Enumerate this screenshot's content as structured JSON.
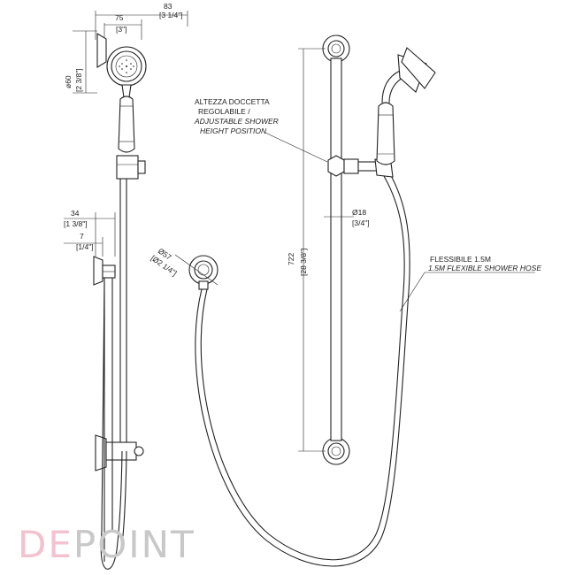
{
  "dimensions": {
    "width_total_mm": "83",
    "width_total_in": "[3 1/4\"]",
    "width_head_mm": "75",
    "width_head_in": "[3\"]",
    "head_diameter_mm": "ø60",
    "head_diameter_in": "[2 3/8\"]",
    "bracket_depth_mm": "34",
    "bracket_depth_in": "[1 3/8\"]",
    "bracket_offset_mm": "7",
    "bracket_offset_in": "[1/4\"]",
    "outlet_diameter_mm": "Ø57",
    "outlet_diameter_in": "[Ø2 1/4\"]",
    "bar_diameter_mm": "Ø18",
    "bar_diameter_in": "[3/4\"]",
    "bar_length_mm": "722",
    "bar_length_in": "[28 3/8\"]"
  },
  "annotations": {
    "height_it_1": "ALTEZZA DOCCETTA",
    "height_it_2": "REGOLABILE /",
    "height_en_1": "ADJUSTABLE SHOWER",
    "height_en_2": "HEIGHT POSITION",
    "hose_it": "FLESSIBILE 1.5M",
    "hose_en": "1.5M FLEXIBLE SHOWER HOSE"
  },
  "logo": {
    "part1": "DE",
    "part2": "POINT",
    "color1": "#f2c2cf",
    "color2": "#c8c8c8"
  }
}
